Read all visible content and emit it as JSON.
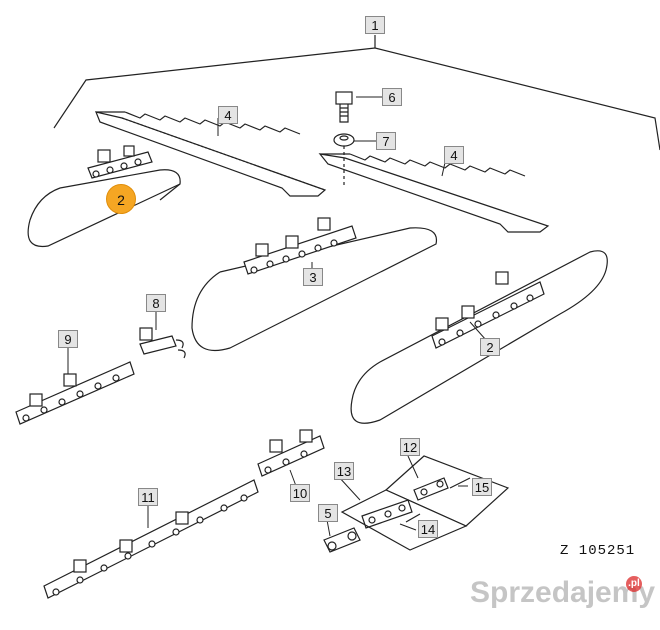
{
  "labels": {
    "p1": "1",
    "p2_top": "2",
    "p2_right": "2",
    "p3": "3",
    "p4_left": "4",
    "p4_right": "4",
    "p5": "5",
    "p6": "6",
    "p7": "7",
    "p8": "8",
    "p9": "9",
    "p10": "10",
    "p11": "11",
    "p12": "12",
    "p13": "13",
    "p14": "14",
    "p15": "15"
  },
  "drawing_code": "Z 105251",
  "watermark": {
    "text": "Sprzedajemy",
    "badge": ".pl"
  },
  "colors": {
    "line": "#222222",
    "label_bg": "#e4e4e4",
    "highlight": "#f5a623"
  }
}
